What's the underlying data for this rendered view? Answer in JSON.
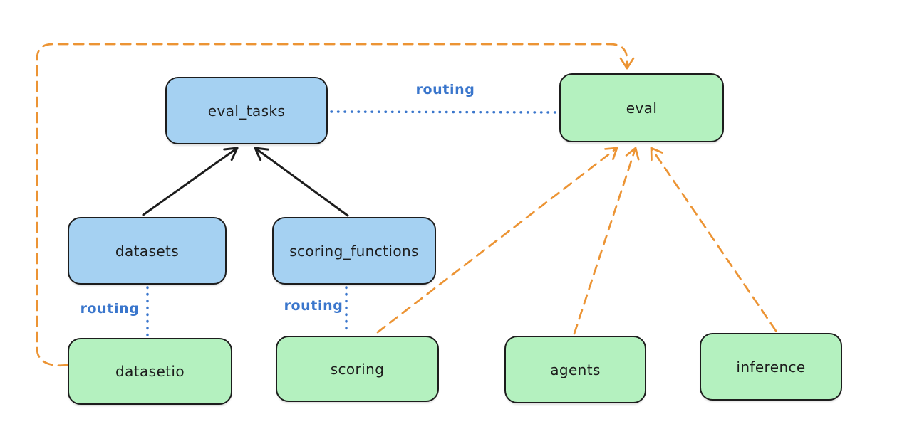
{
  "diagram": {
    "nodes": [
      {
        "id": "eval_tasks",
        "label": "eval_tasks",
        "color": "blue"
      },
      {
        "id": "eval",
        "label": "eval",
        "color": "green"
      },
      {
        "id": "datasets",
        "label": "datasets",
        "color": "blue"
      },
      {
        "id": "scoring_functions",
        "label": "scoring_functions",
        "color": "blue"
      },
      {
        "id": "datasetio",
        "label": "datasetio",
        "color": "green"
      },
      {
        "id": "scoring",
        "label": "scoring",
        "color": "green"
      },
      {
        "id": "agents",
        "label": "agents",
        "color": "green"
      },
      {
        "id": "inference",
        "label": "inference",
        "color": "green"
      }
    ],
    "edge_labels": [
      {
        "id": "routing-eval-tasks-eval",
        "text": "routing"
      },
      {
        "id": "routing-datasets-datasetio",
        "text": "routing"
      },
      {
        "id": "routing-scoring-functions-scoring",
        "text": "routing"
      }
    ],
    "edges": [
      {
        "from": "datasets",
        "to": "eval_tasks",
        "style": "solid-black-arrow"
      },
      {
        "from": "scoring_functions",
        "to": "eval_tasks",
        "style": "solid-black-arrow"
      },
      {
        "from": "eval_tasks",
        "to": "eval",
        "style": "dotted-blue"
      },
      {
        "from": "datasets",
        "to": "datasetio",
        "style": "dotted-blue"
      },
      {
        "from": "scoring_functions",
        "to": "scoring",
        "style": "dotted-blue"
      },
      {
        "from": "datasetio",
        "to": "eval",
        "style": "dashed-orange-arrow"
      },
      {
        "from": "scoring",
        "to": "eval",
        "style": "dashed-orange-arrow"
      },
      {
        "from": "agents",
        "to": "eval",
        "style": "dashed-orange-arrow"
      },
      {
        "from": "inference",
        "to": "eval",
        "style": "dashed-orange-arrow"
      }
    ],
    "colors": {
      "background": "#ffffff",
      "blue_fill": "#a5d1f2",
      "green_fill": "#b4f1bf",
      "border_black": "#1d1d1d",
      "routing_blue": "#3a76cc",
      "orange": "#ec9434"
    }
  }
}
